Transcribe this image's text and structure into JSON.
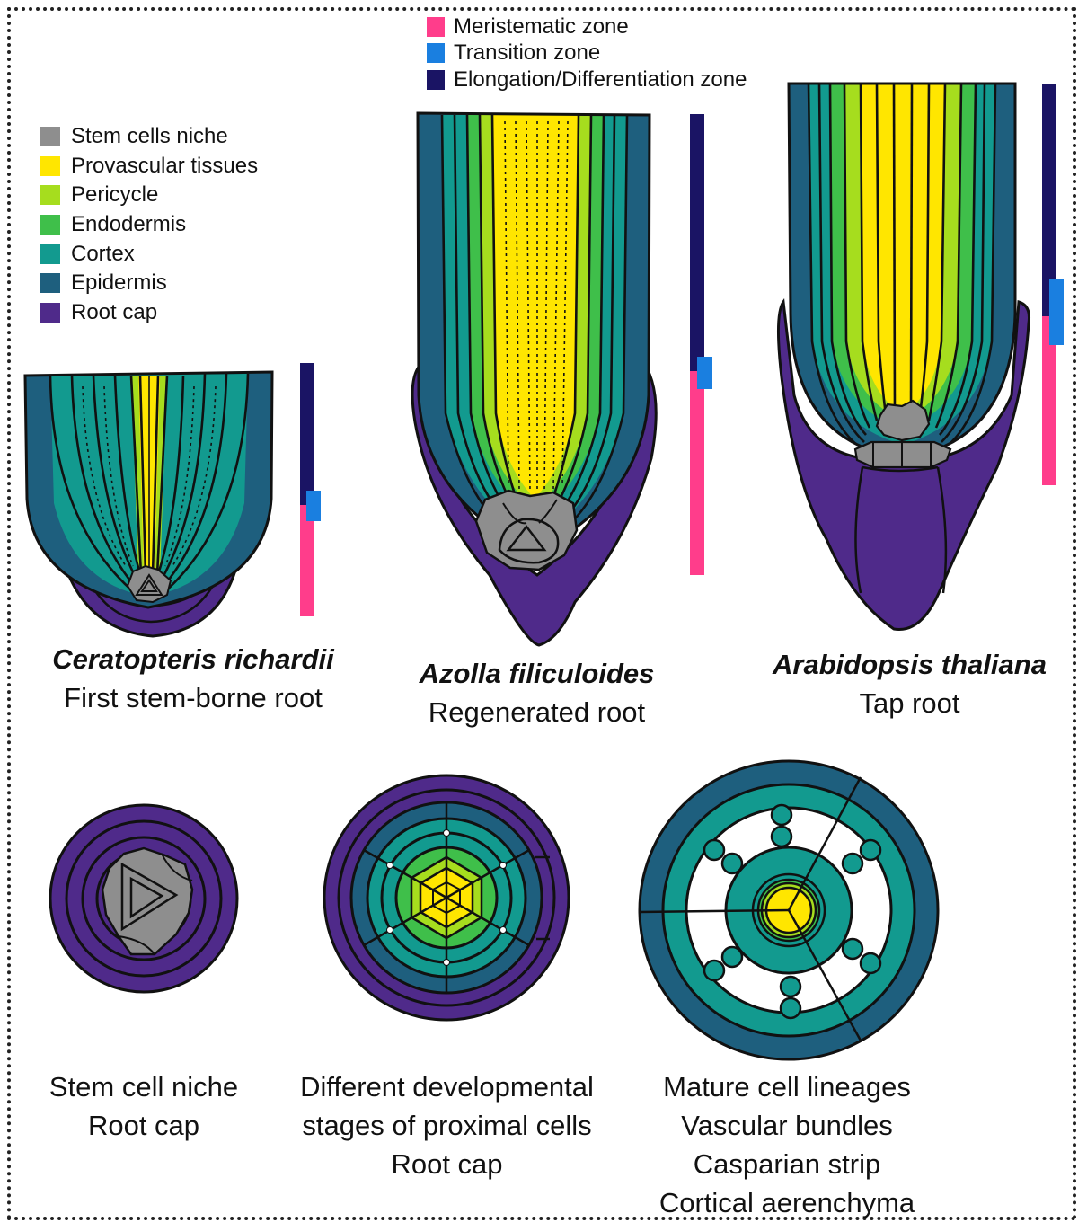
{
  "legend_tissues": [
    {
      "label": "Stem cells niche",
      "color": "#8e8e8e"
    },
    {
      "label": "Provascular tissues",
      "color": "#ffe600"
    },
    {
      "label": "Pericycle",
      "color": "#a6dd1e"
    },
    {
      "label": "Endodermis",
      "color": "#3fbf4a"
    },
    {
      "label": "Cortex",
      "color": "#129a8f"
    },
    {
      "label": "Epidermis",
      "color": "#1e5f7e"
    },
    {
      "label": "Root cap",
      "color": "#4f2a8a"
    }
  ],
  "legend_zones": [
    {
      "label": "Meristematic zone",
      "color": "#ff3d8b"
    },
    {
      "label": "Transition zone",
      "color": "#1a7fe0"
    },
    {
      "label": "Elongation/Differentiation zone",
      "color": "#1a1464"
    }
  ],
  "roots": [
    {
      "species": "Ceratopteris richardii",
      "description": "First stem-borne root"
    },
    {
      "species": "Azolla filiculoides",
      "description": "Regenerated root"
    },
    {
      "species": "Arabidopsis thaliana",
      "description": "Tap root"
    }
  ],
  "cross_sections": [
    {
      "lines": [
        "Stem cell niche",
        "Root cap"
      ]
    },
    {
      "lines": [
        "Different developmental",
        "stages of proximal cells",
        "Root cap"
      ]
    },
    {
      "lines": [
        "Mature cell lineages",
        "Vascular bundles",
        "Casparian strip",
        "Cortical aerenchyma"
      ]
    }
  ]
}
